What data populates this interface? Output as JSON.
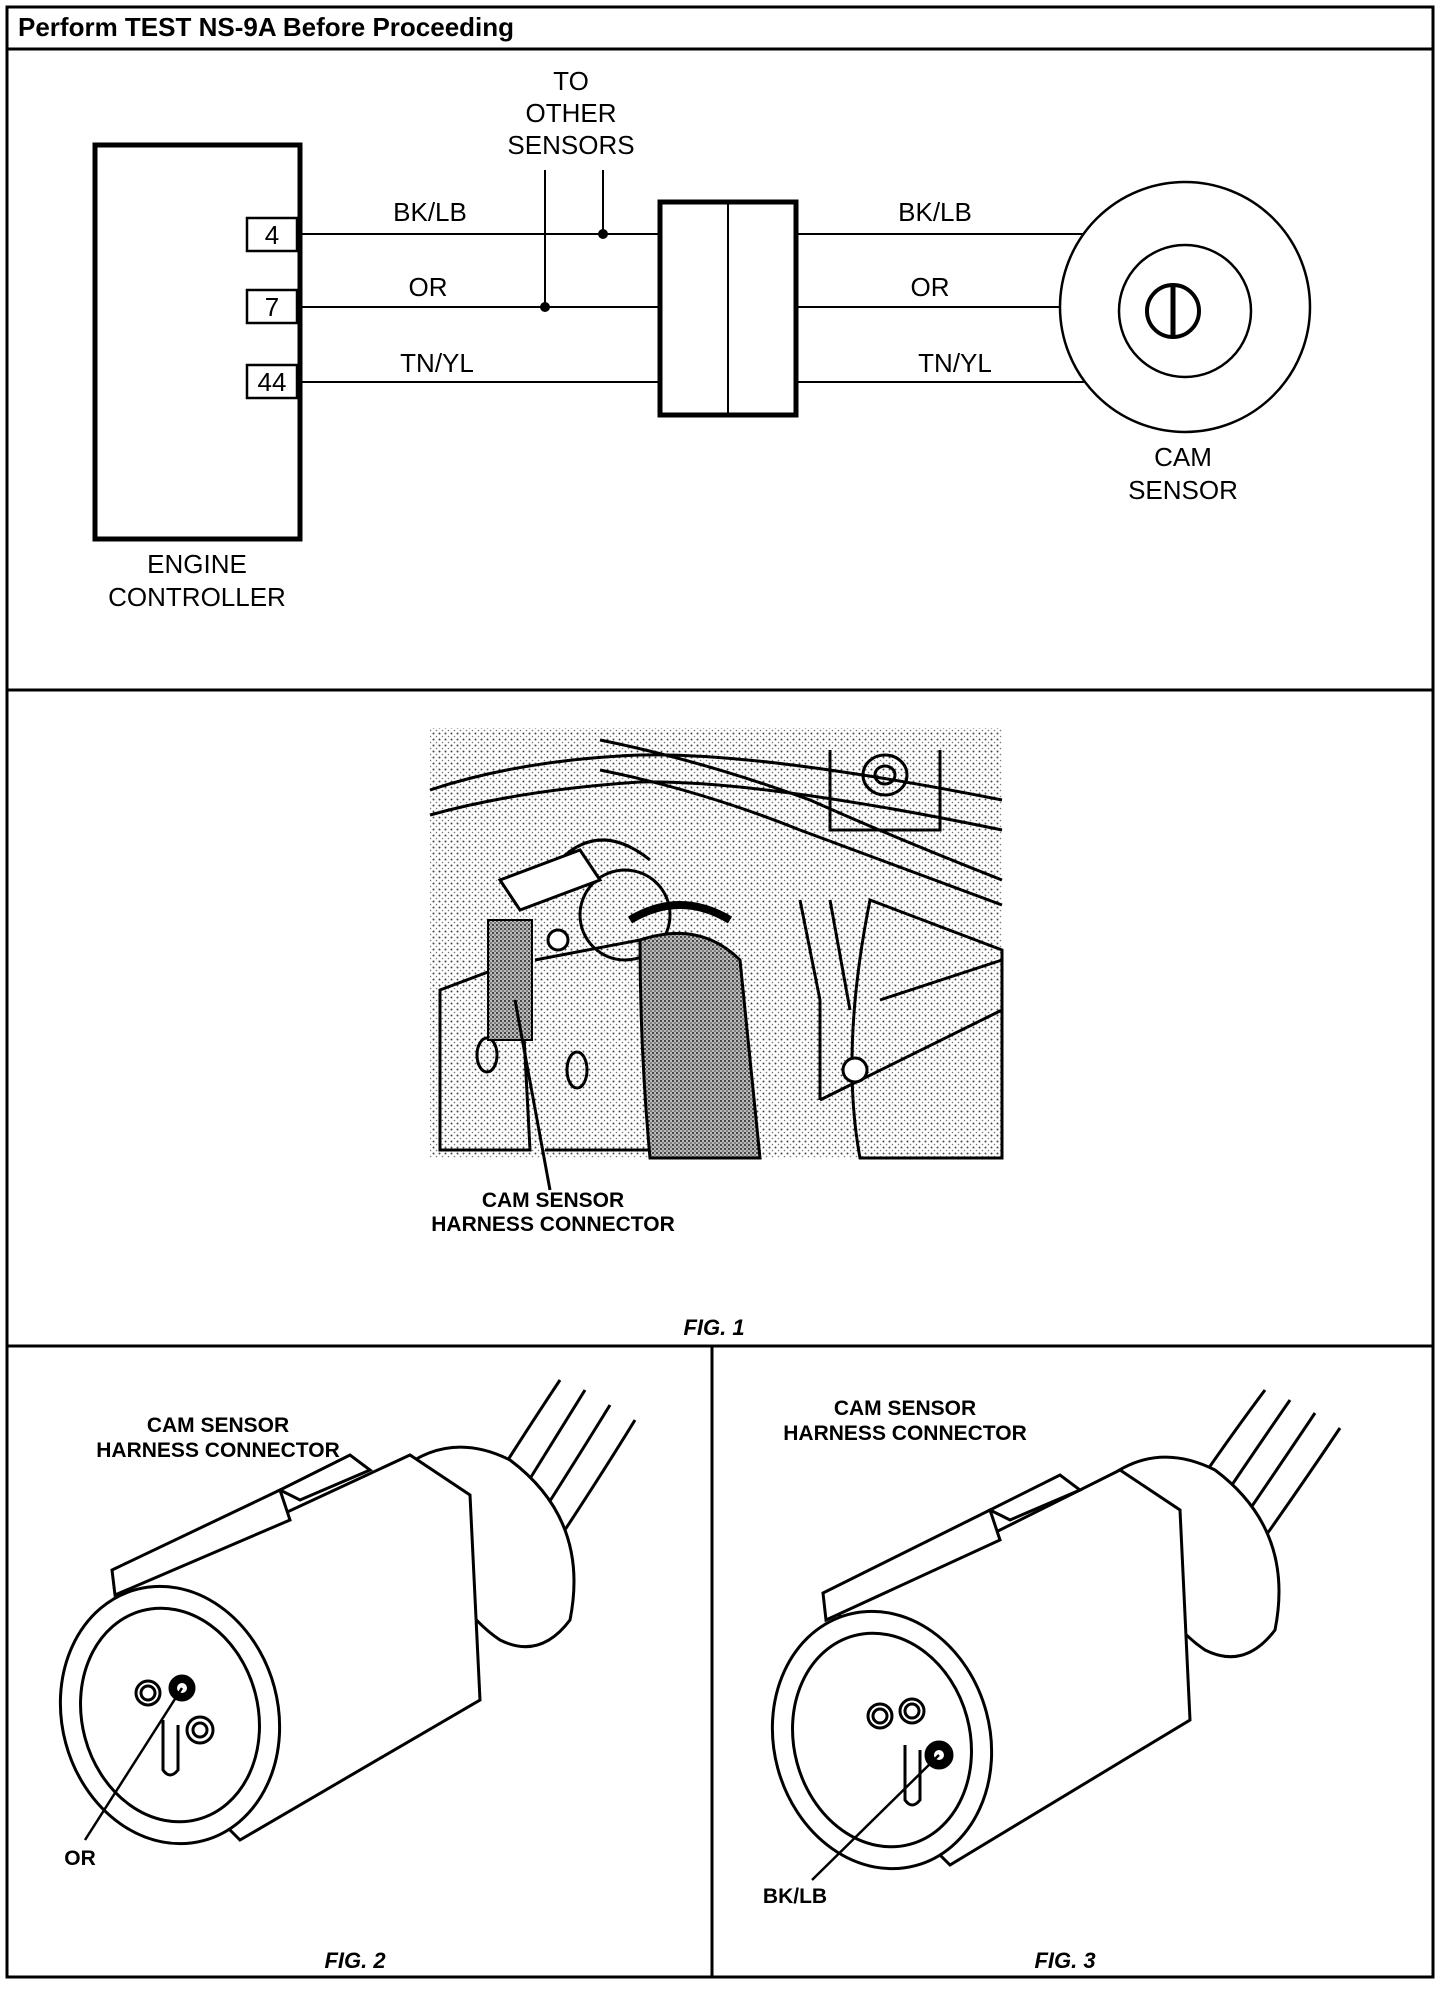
{
  "header": {
    "title": "Perform TEST NS-9A  Before Proceeding"
  },
  "schematic": {
    "to_other_sensors": [
      "TO",
      "OTHER",
      "SENSORS"
    ],
    "pins": [
      "4",
      "7",
      "44"
    ],
    "wires": [
      "BK/LB",
      "OR",
      "TN/YL"
    ],
    "engine_controller": [
      "ENGINE",
      "CONTROLLER"
    ],
    "cam_sensor": [
      "CAM",
      "SENSOR"
    ]
  },
  "fig1": {
    "callout": [
      "CAM SENSOR",
      "HARNESS CONNECTOR"
    ],
    "caption": "FIG. 1"
  },
  "fig2": {
    "title": [
      "CAM SENSOR",
      "HARNESS CONNECTOR"
    ],
    "pin_label": "OR",
    "caption": "FIG. 2"
  },
  "fig3": {
    "title": [
      "CAM SENSOR",
      "HARNESS CONNECTOR"
    ],
    "pin_label": "BK/LB",
    "caption": "FIG. 3"
  }
}
